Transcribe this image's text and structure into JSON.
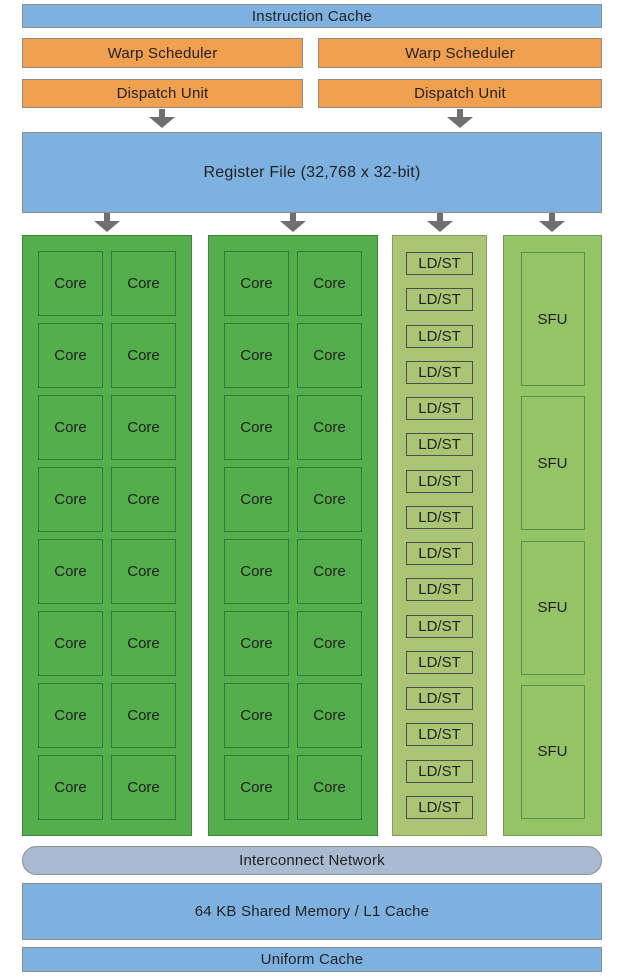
{
  "colors": {
    "blue": "#7db2e0",
    "orange": "#f0a04e",
    "core_green": "#53ae4b",
    "core_cell_border": "#2e7a3c",
    "ldst_green": "#aac573",
    "sfu_green": "#93c566",
    "interconnect_blue": "#a9bad1",
    "arrow_gray": "#6f6f6f",
    "bar_border_gray": "#8c8c8c",
    "text": "#231f20"
  },
  "blocks": {
    "instruction_cache": "Instruction Cache",
    "warp_scheduler_left": "Warp Scheduler",
    "warp_scheduler_right": "Warp Scheduler",
    "dispatch_unit_left": "Dispatch Unit",
    "dispatch_unit_right": "Dispatch Unit",
    "register_file": "Register File (32,768 x 32-bit)",
    "interconnect_network": "Interconnect Network",
    "shared_memory": "64 KB Shared Memory / L1 Cache",
    "uniform_cache": "Uniform Cache"
  },
  "units": {
    "core_label": "Core",
    "core_columns": 2,
    "core_rows_per_column": 8,
    "cores_per_column": 16,
    "ldst_label": "LD/ST",
    "ldst_count": 16,
    "sfu_label": "SFU",
    "sfu_count": 4
  }
}
